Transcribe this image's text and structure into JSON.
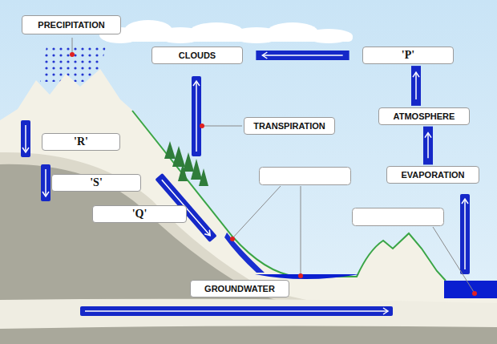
{
  "diagram": {
    "nodes": [
      {
        "text": [
          "PRECIPITATION"
        ]
      },
      {
        "text": [
          "CLOUDS"
        ]
      },
      {
        "text": [
          "'P'"
        ]
      },
      {
        "text": [
          "TRANSPIRATION"
        ]
      },
      {
        "text": [
          "ATMOSPHERE"
        ]
      },
      {
        "text": [
          "'R'"
        ]
      },
      {
        "text": [
          "EVAPORATION"
        ]
      },
      {
        "text": [
          "'S'"
        ]
      },
      {
        "text": [
          "'Q'"
        ]
      },
      {
        "text": [
          "GROUNDWATER"
        ]
      }
    ],
    "edges": [
      {
        "from": 2,
        "to": 1,
        "arrow": "to"
      },
      {
        "from": 4,
        "to": 2,
        "arrow": "to"
      },
      {
        "from": 6,
        "to": 4,
        "arrow": "to"
      }
    ]
  }
}
